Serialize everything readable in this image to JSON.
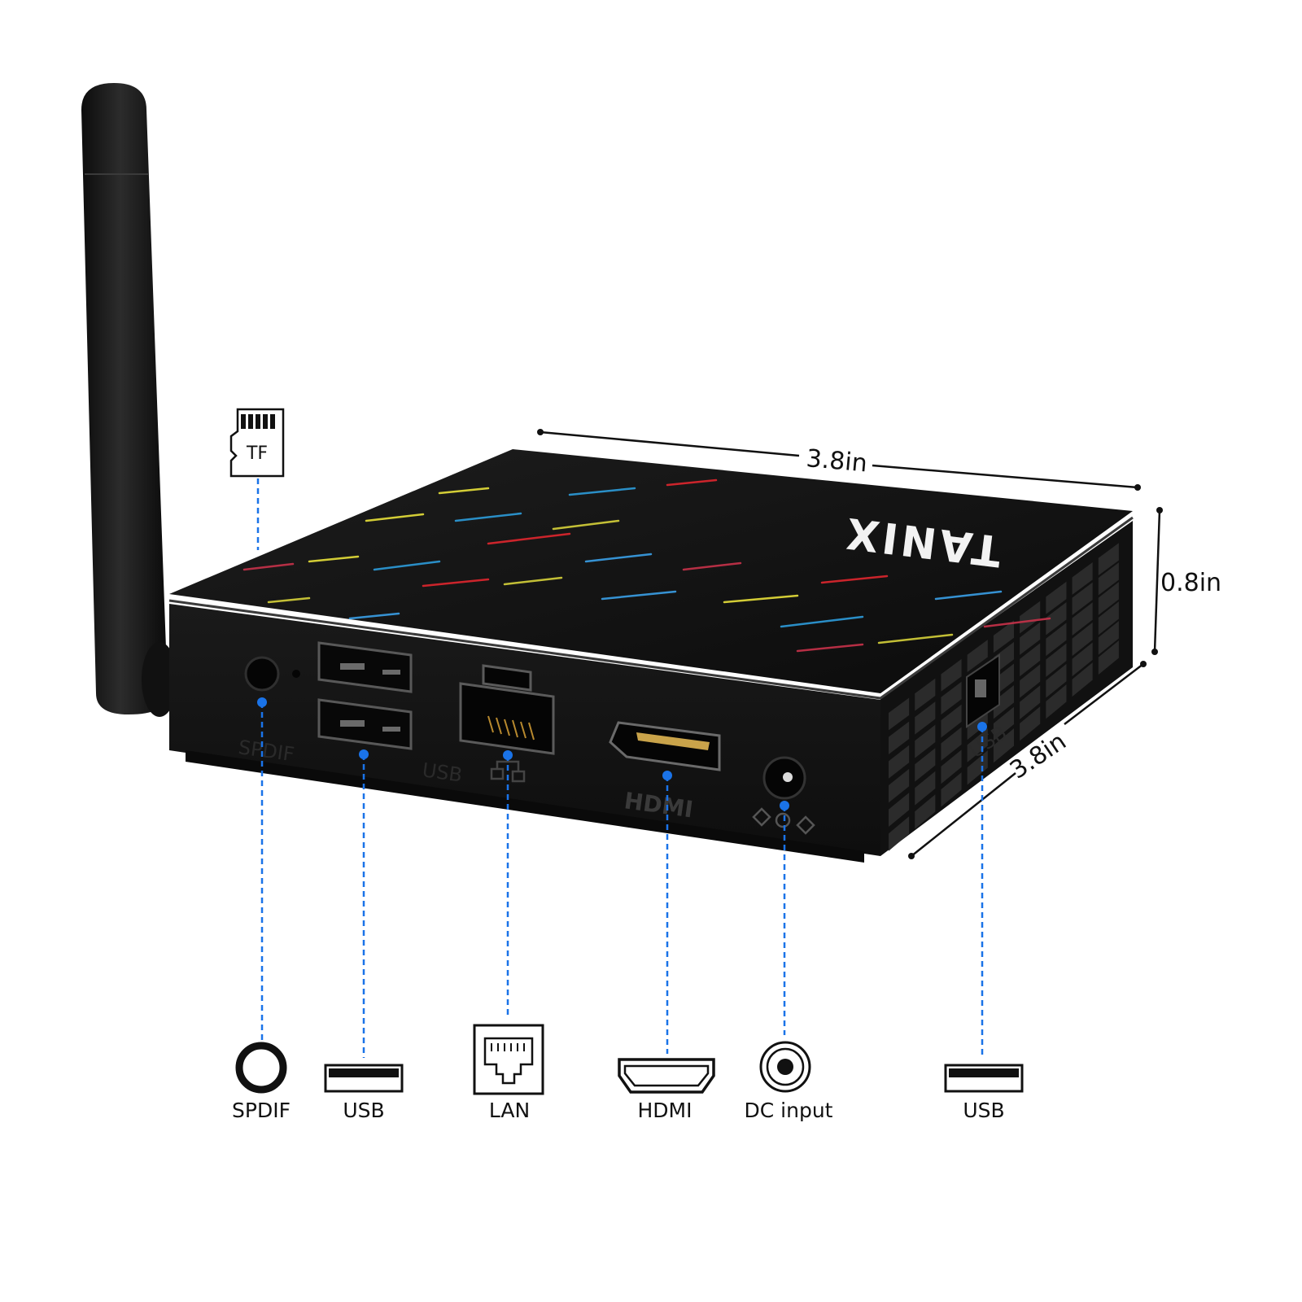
{
  "brand": "TANIX",
  "dimensions": {
    "width": "3.8in",
    "depth": "3.8in",
    "height": "0.8in"
  },
  "tf_card": {
    "label": "TF"
  },
  "panel_markings": {
    "spdif": "SPDIF",
    "usb": "USB",
    "hdmi": "HDMI",
    "side_usb": "USB"
  },
  "ports": [
    {
      "label": "SPDIF"
    },
    {
      "label": "USB"
    },
    {
      "label": "LAN"
    },
    {
      "label": "HDMI"
    },
    {
      "label": "DC input"
    },
    {
      "label": "USB"
    }
  ],
  "colors": {
    "lead_line": "#1a73e8",
    "device": "#151515",
    "logo_accent": "#e0262e"
  }
}
